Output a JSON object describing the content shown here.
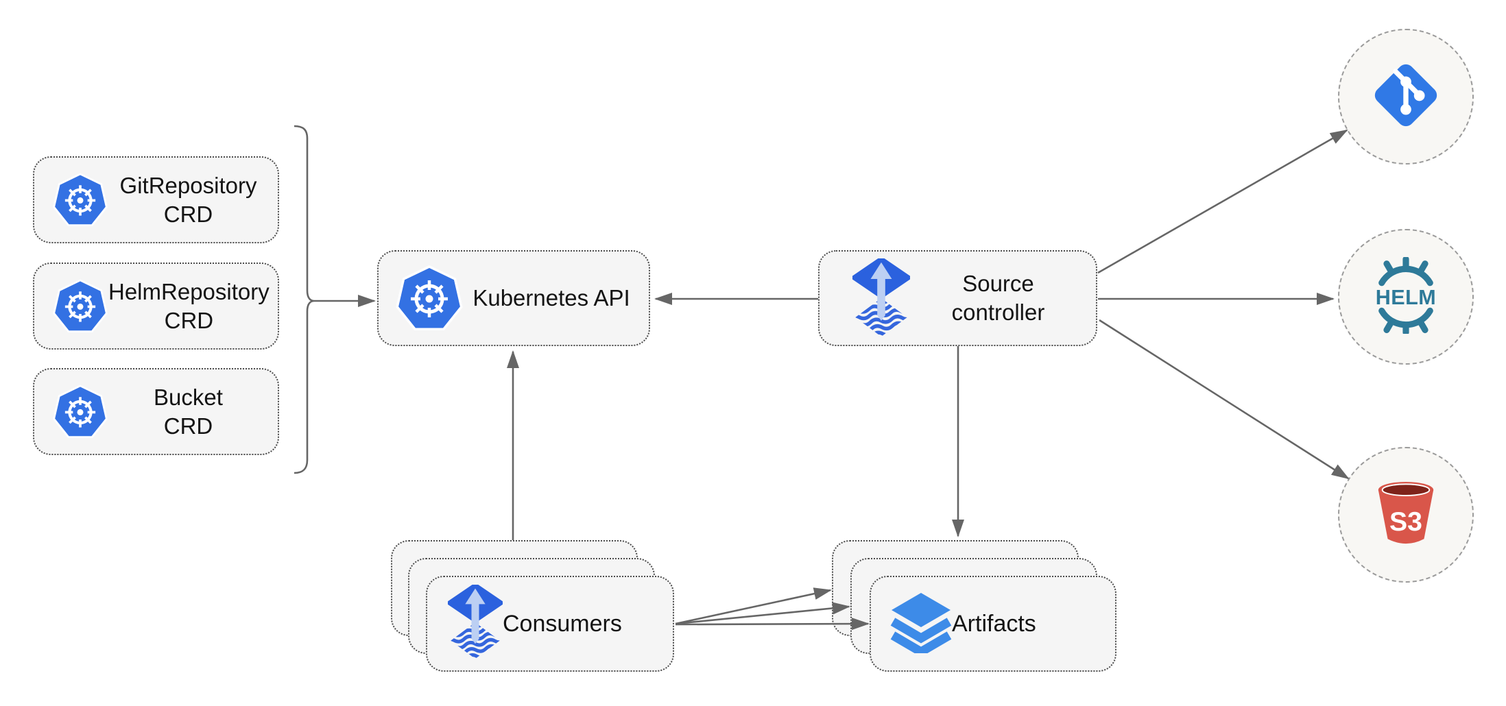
{
  "diagram": {
    "crd_boxes": [
      {
        "line1": "GitRepository",
        "line2": "CRD"
      },
      {
        "line1": "HelmRepository",
        "line2": "CRD"
      },
      {
        "line1": "Bucket",
        "line2": "CRD"
      }
    ],
    "kubernetes_api": {
      "label": "Kubernetes API"
    },
    "source_controller": {
      "line1": "Source",
      "line2": "controller"
    },
    "consumers": {
      "label": "Consumers"
    },
    "artifacts": {
      "label": "Artifacts"
    },
    "externals": {
      "helm_label": "HELM",
      "s3_label": "S3"
    }
  },
  "colors": {
    "kubernetes_blue": "#3371E3",
    "flux_blue": "#2B61DE",
    "flux_arrow_light": "#BCCFF3",
    "flux_wave_blue": "#3566DD",
    "git_blue": "#3079E6",
    "helm_teal": "#2E7A99",
    "s3_red": "#D9564A",
    "s3_dark": "#7E231A",
    "layers_blue": "#3D8BE8",
    "arrow_gray": "#666666",
    "node_fill": "#F5F5F5",
    "node_border": "#4B4B4B",
    "circle_fill": "#F8F7F4",
    "circle_border": "#9B9B9B",
    "text": "#141414"
  }
}
